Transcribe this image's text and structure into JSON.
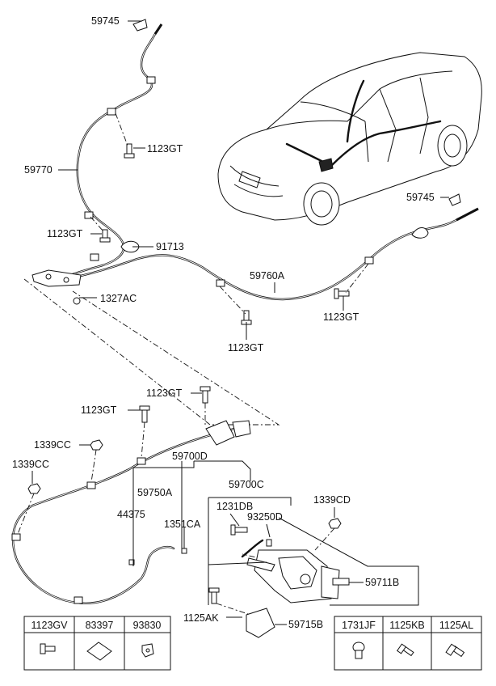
{
  "callouts": {
    "c59745_top": "59745",
    "c1123gt_a": "1123GT",
    "c59770": "59770",
    "c1123gt_b": "1123GT",
    "c91713": "91713",
    "c1327ac": "1327AC",
    "c59760a": "59760A",
    "c1123gt_c": "1123GT",
    "c1123gt_d": "1123GT",
    "c59745_right": "59745",
    "c1123gt_e": "1123GT",
    "c1123gt_f": "1123GT",
    "c1339cc_a": "1339CC",
    "c1339cc_b": "1339CC",
    "c59700d": "59700D",
    "c59700c": "59700C",
    "c59750a": "59750A",
    "c44375": "44375",
    "c1351ca": "1351CA",
    "c1231db": "1231DB",
    "c93250d": "93250D",
    "c1339cd": "1339CD",
    "c59711b": "59711B",
    "c1125ak": "1125AK",
    "c59715b": "59715B"
  },
  "table_left": {
    "headers": [
      "1123GV",
      "83397",
      "93830"
    ],
    "icons": [
      "bolt-icon",
      "plate-icon",
      "clip-icon"
    ]
  },
  "table_right": {
    "headers": [
      "1731JF",
      "1125KB",
      "1125AL"
    ],
    "icons": [
      "plug-icon",
      "screw-icon",
      "bolt-icon"
    ]
  }
}
